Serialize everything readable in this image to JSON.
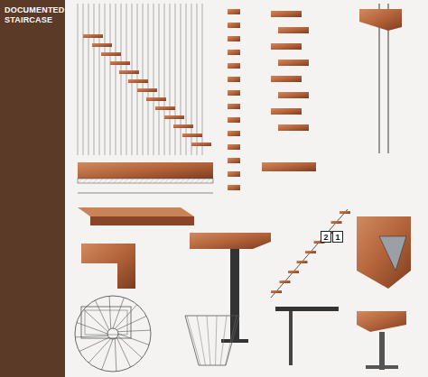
{
  "diagram": {
    "title": "DOCUMENTED STAIRCASE",
    "nodes": [
      {
        "text": [
          "2"
        ]
      },
      {
        "text": [
          "1"
        ]
      }
    ]
  }
}
